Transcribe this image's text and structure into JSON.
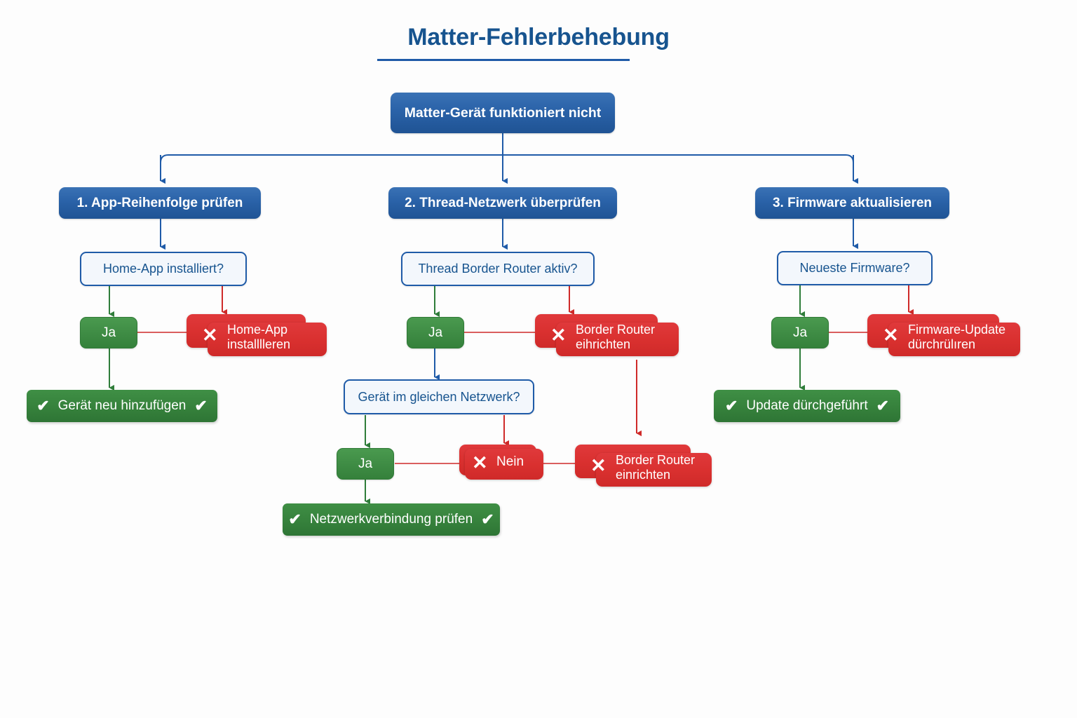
{
  "page": {
    "title": "Matter-Fehlerbehebung",
    "background_color": "#fdfdfd"
  },
  "palette": {
    "blue": "#1f5ba8",
    "blue_dark": "#17548f",
    "green": "#35803b",
    "green_badge": "#3d8a43",
    "red": "#d9302f",
    "question_fill": "#f3f7fc",
    "white": "#ffffff"
  },
  "root": {
    "label": "Matter-Gerät funktioniert nicht"
  },
  "columns": [
    {
      "header": "1. App-Reihenfolge prüfen",
      "question": "Home-App installiert?",
      "yes_label": "Ja",
      "no_action": "Home-App\ninstalllleren",
      "result": "Gerät neu hinzufügen"
    },
    {
      "header": "2. Thread-Netzwerk überprüfen",
      "question": "Thread Border Router aktiv?",
      "yes_label": "Ja",
      "no_action": "Border Router\neihrichten",
      "question2": "Gerät im gleichen Netzwerk?",
      "yes_label2": "Ja",
      "no_label2": "Nein",
      "no_action2": "Border Router\neinrichten",
      "result": "Netzwerkverbindung prüfen"
    },
    {
      "header": "3. Firmware aktualisieren",
      "question": "Neueste Firmware?",
      "yes_label": "Ja",
      "no_action": "Firmware-Update\ndürchrülıren",
      "result": "Update dürchgeführt"
    }
  ],
  "icons": {
    "check": "✔",
    "cross": "✕"
  }
}
